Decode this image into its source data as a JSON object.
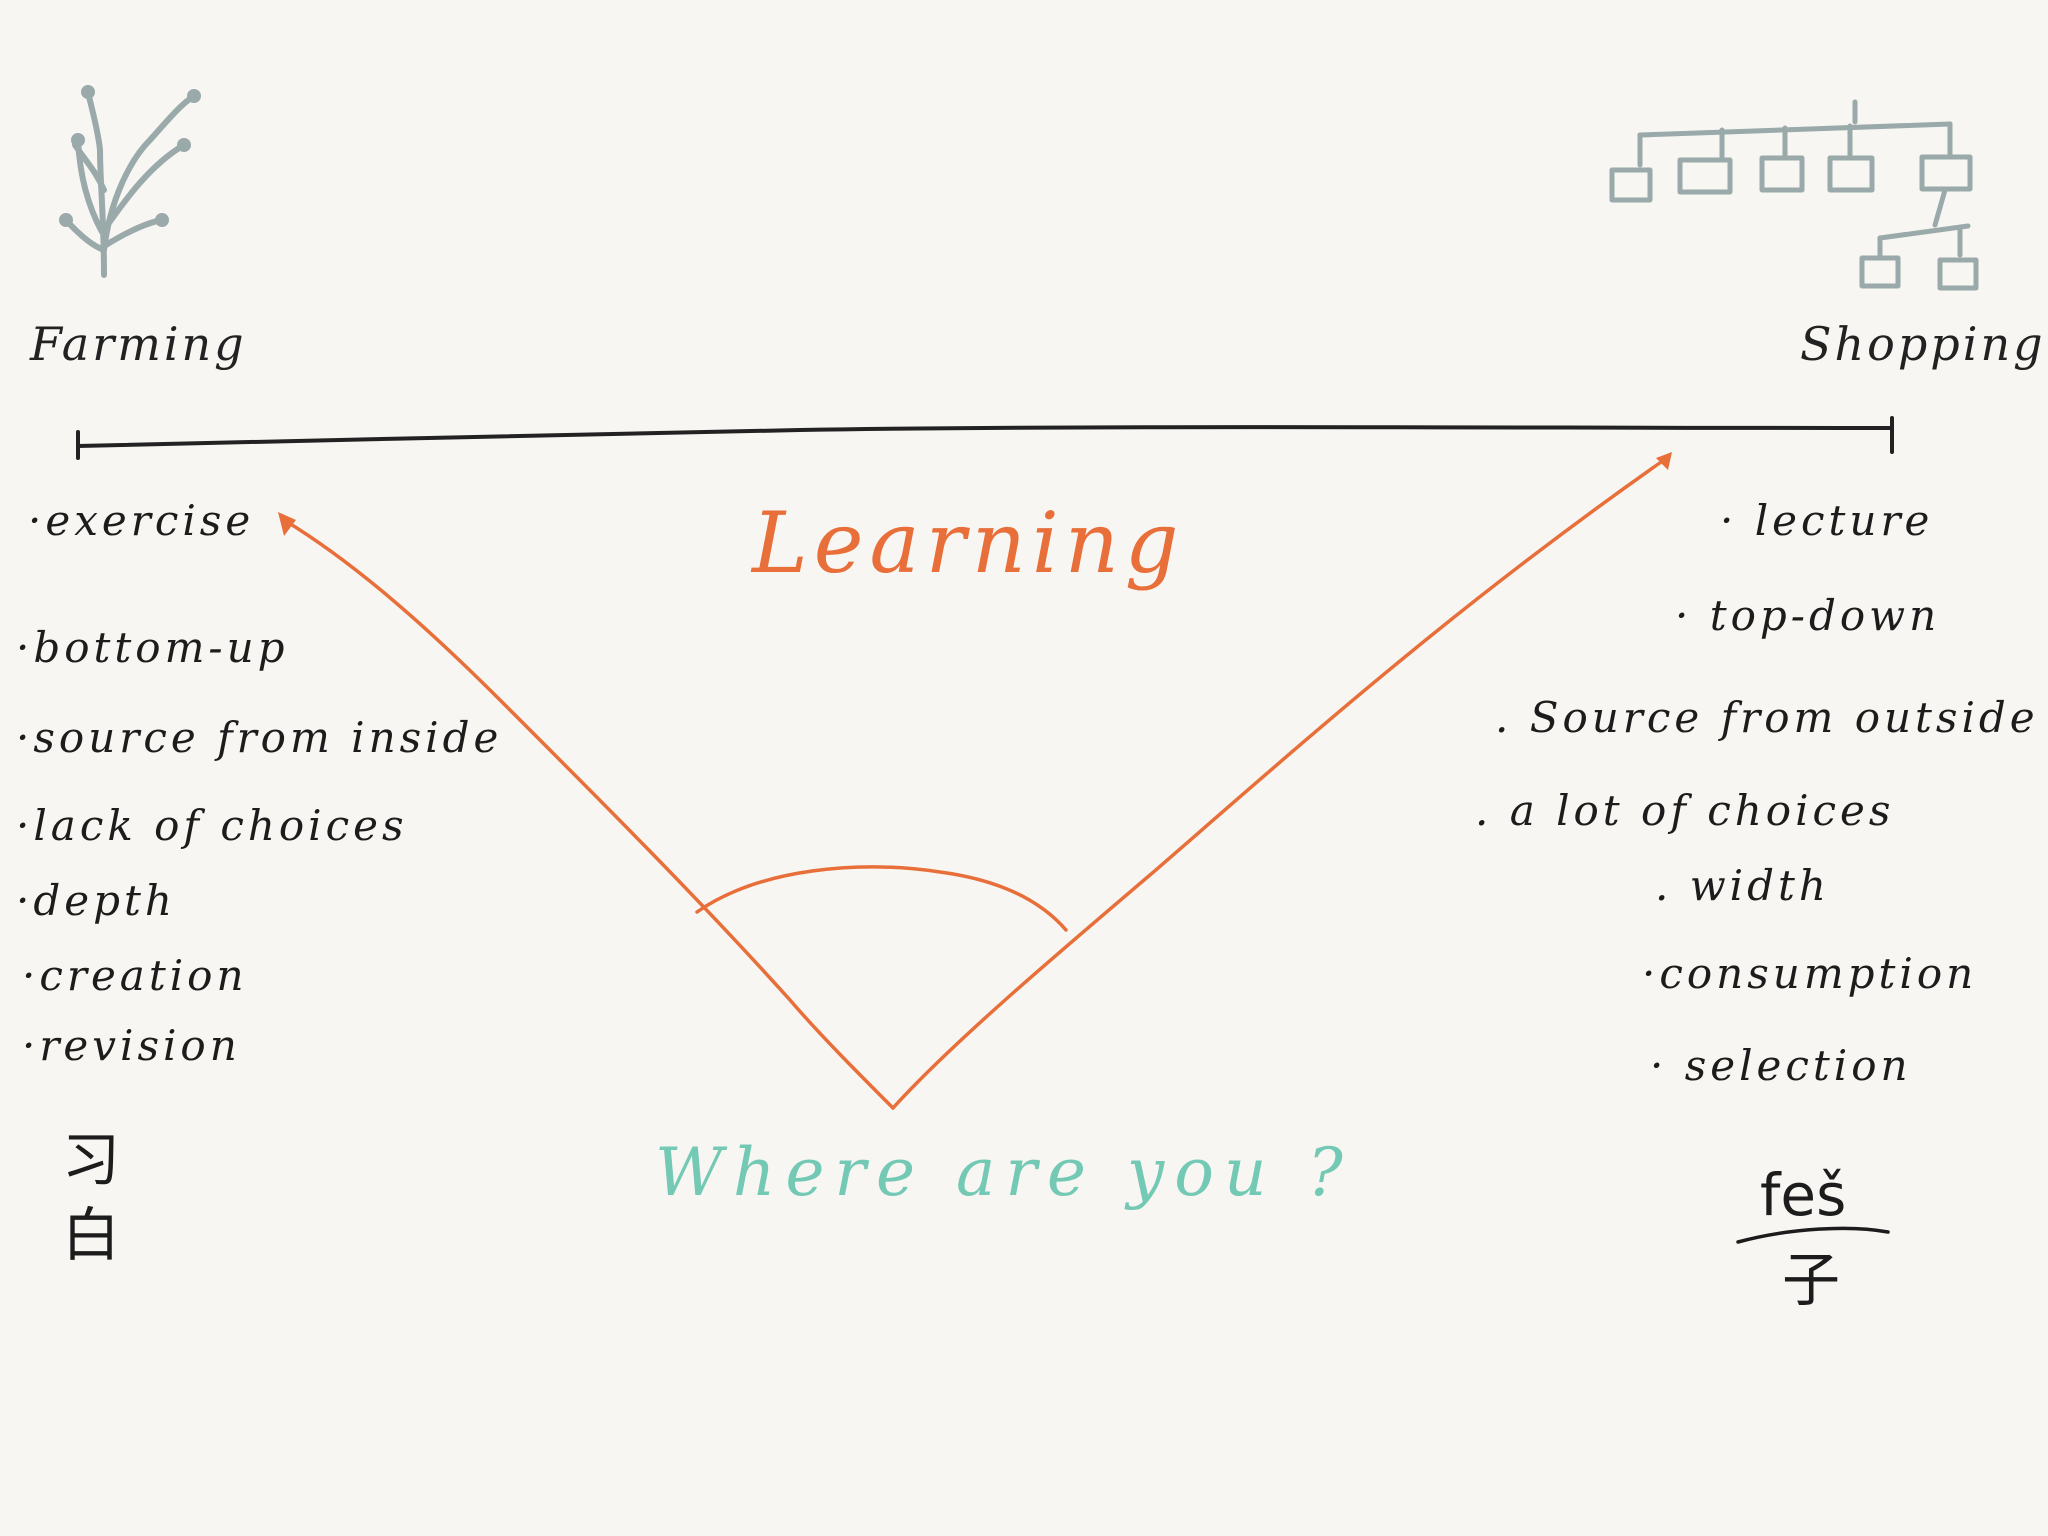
{
  "colors": {
    "background": "#f7f6f2",
    "ink": "#1c1c1c",
    "accent": "#e86f3a",
    "teal": "#74c9b5",
    "icon_gray": "#9aa9a9"
  },
  "left": {
    "title": "Farming",
    "icon": "plant-icon",
    "items": [
      "·exercise",
      "·bottom-up",
      "·source from inside",
      "·lack of choices",
      "·depth",
      "·creation",
      "·revision"
    ],
    "cjk_top": "习",
    "cjk_bottom": "白"
  },
  "right": {
    "title": "Shopping",
    "icon": "hierarchy-tree-icon",
    "items": [
      "· lecture",
      "· top-down",
      ". Source from outside",
      ". a lot of choices",
      ". width",
      "·consumption",
      "· selection"
    ],
    "cjk_top": "feš",
    "cjk_bottom": "子"
  },
  "center": {
    "title": "Learning",
    "question": "Where are you ?"
  }
}
